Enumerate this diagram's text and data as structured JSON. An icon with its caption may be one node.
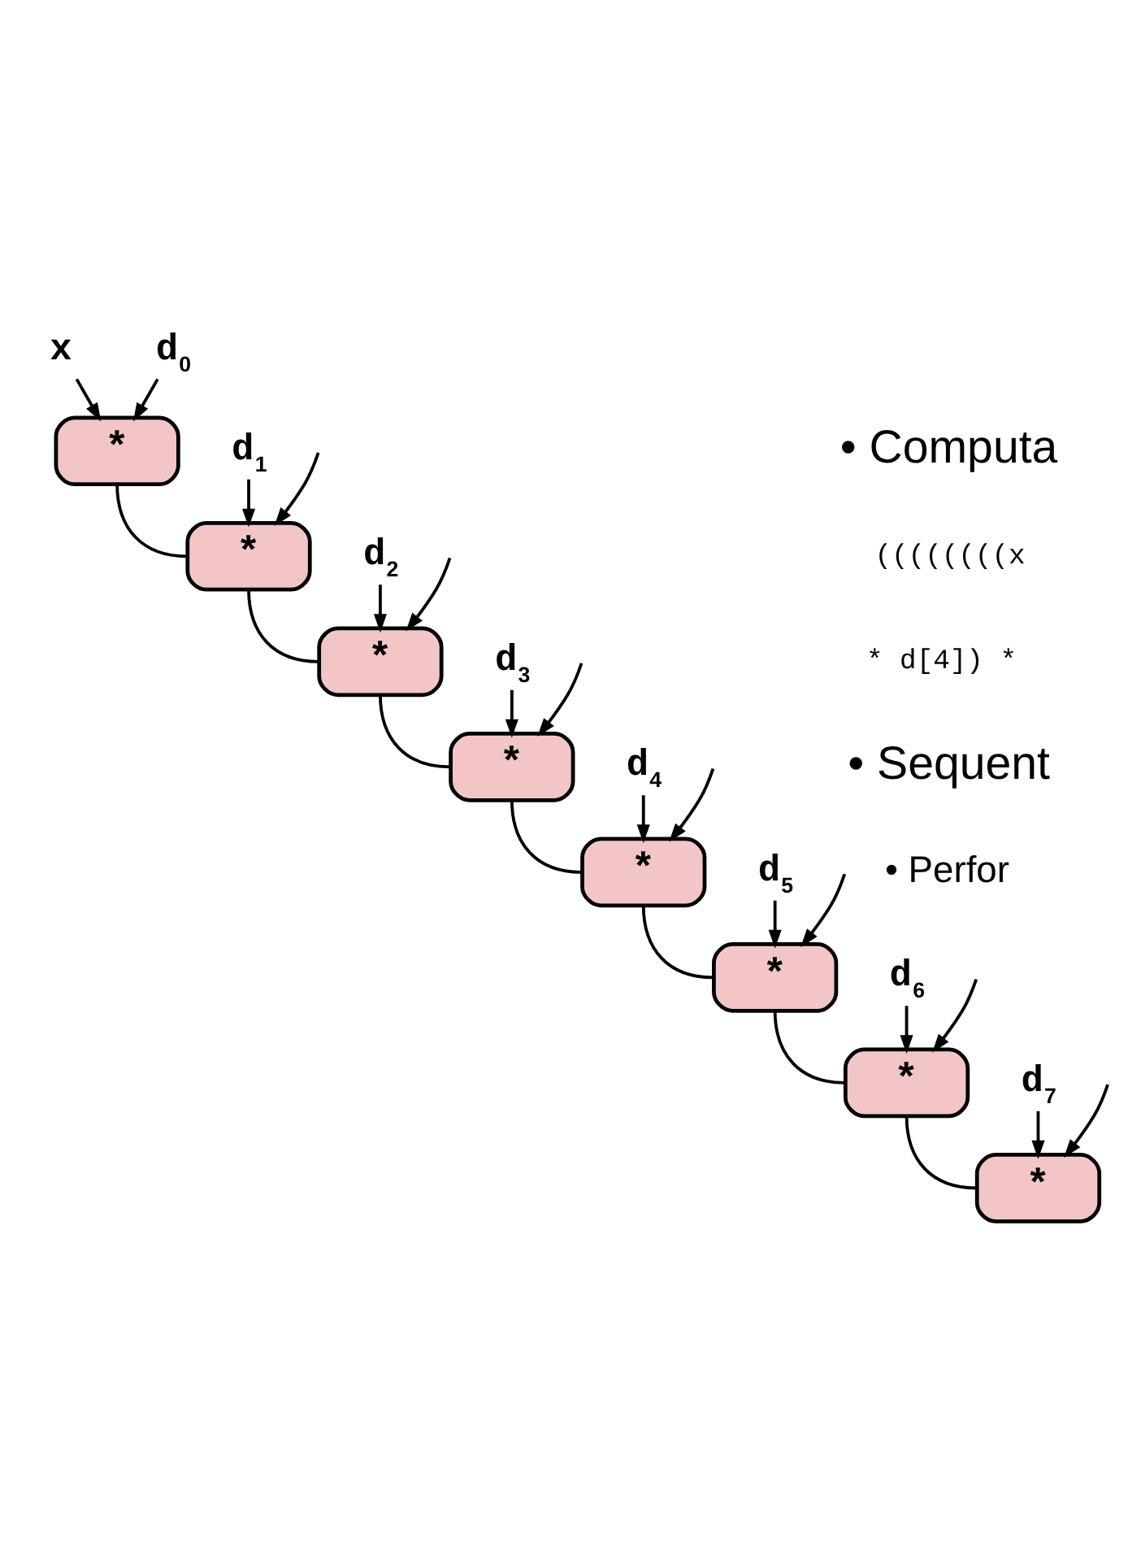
{
  "diagram": {
    "nodes": [
      {
        "text": [
          "x"
        ]
      },
      {
        "text": [
          "d$_{0}$"
        ]
      },
      {
        "text": [
          "*"
        ]
      },
      {
        "text": [
          "d$_{1}$"
        ]
      },
      {
        "text": [
          "*"
        ]
      },
      {
        "text": [
          "d$_{2}$"
        ]
      },
      {
        "text": [
          "*"
        ]
      },
      {
        "text": [
          "d$_{3}$"
        ]
      },
      {
        "text": [
          "*"
        ]
      },
      {
        "text": [
          "d$_{4}$"
        ]
      },
      {
        "text": [
          "*"
        ]
      },
      {
        "text": [
          "d$_{5}$"
        ]
      },
      {
        "text": [
          "*"
        ]
      },
      {
        "text": [
          "d$_{6}$"
        ]
      },
      {
        "text": [
          "*"
        ]
      },
      {
        "text": [
          "d$_{7}$"
        ]
      },
      {
        "text": [
          "*"
        ]
      }
    ],
    "edges": [
      {
        "from": 0,
        "to": 2,
        "arrow": "to"
      },
      {
        "from": 1,
        "to": 2,
        "arrow": "to"
      },
      {
        "from": 2,
        "to": 4,
        "arrow": "none"
      },
      {
        "from": null,
        "to": 4,
        "arrow": "to"
      },
      {
        "from": 3,
        "to": 4,
        "arrow": "to"
      },
      {
        "from": 4,
        "to": 6,
        "arrow": "none"
      },
      {
        "from": null,
        "to": 6,
        "arrow": "to"
      },
      {
        "from": 5,
        "to": 6,
        "arrow": "to"
      },
      {
        "from": 6,
        "to": 8,
        "arrow": "none"
      },
      {
        "from": null,
        "to": 8,
        "arrow": "to"
      },
      {
        "from": 7,
        "to": 8,
        "arrow": "to"
      },
      {
        "from": 8,
        "to": 10,
        "arrow": "none"
      },
      {
        "from": null,
        "to": 10,
        "arrow": "to"
      },
      {
        "from": 9,
        "to": 10,
        "arrow": "to"
      },
      {
        "from": 10,
        "to": 12,
        "arrow": "none"
      },
      {
        "from": null,
        "to": 12,
        "arrow": "to"
      },
      {
        "from": 11,
        "to": 12,
        "arrow": "to"
      },
      {
        "from": 12,
        "to": 14,
        "arrow": "none"
      },
      {
        "from": null,
        "to": 14,
        "arrow": "to"
      },
      {
        "from": 13,
        "to": 14,
        "arrow": "to"
      },
      {
        "from": 14,
        "to": 16,
        "arrow": "none"
      },
      {
        "from": null,
        "to": 16,
        "arrow": "to"
      },
      {
        "from": 15,
        "to": 16,
        "arrow": "to"
      }
    ],
    "labels": [
      "• Computa",
      "((((((((x",
      " * d[4]) *",
      "• Sequent",
      "• Perfor"
    ]
  }
}
